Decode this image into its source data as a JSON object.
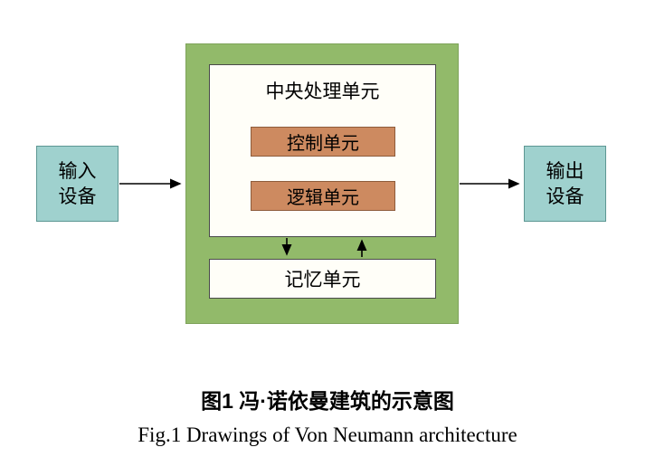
{
  "figure": {
    "input_device": {
      "lines": [
        "输入",
        "设备"
      ]
    },
    "output_device": {
      "lines": [
        "输出",
        "设备"
      ]
    },
    "cpu": {
      "title": "中央处理单元",
      "control_unit": "控制单元",
      "logic_unit": "逻辑单元"
    },
    "memory_unit": "记忆单元",
    "caption_zh": "图1 冯·诺依曼建筑的示意图",
    "caption_en": "Fig.1 Drawings of Von Neumann architecture",
    "colors": {
      "device_fill": "#9fd1ce",
      "main_unit_fill": "#92ba6a",
      "unit_fill": "#cd8a60",
      "panel_fill": "#fffef8",
      "arrow": "#000000"
    }
  }
}
